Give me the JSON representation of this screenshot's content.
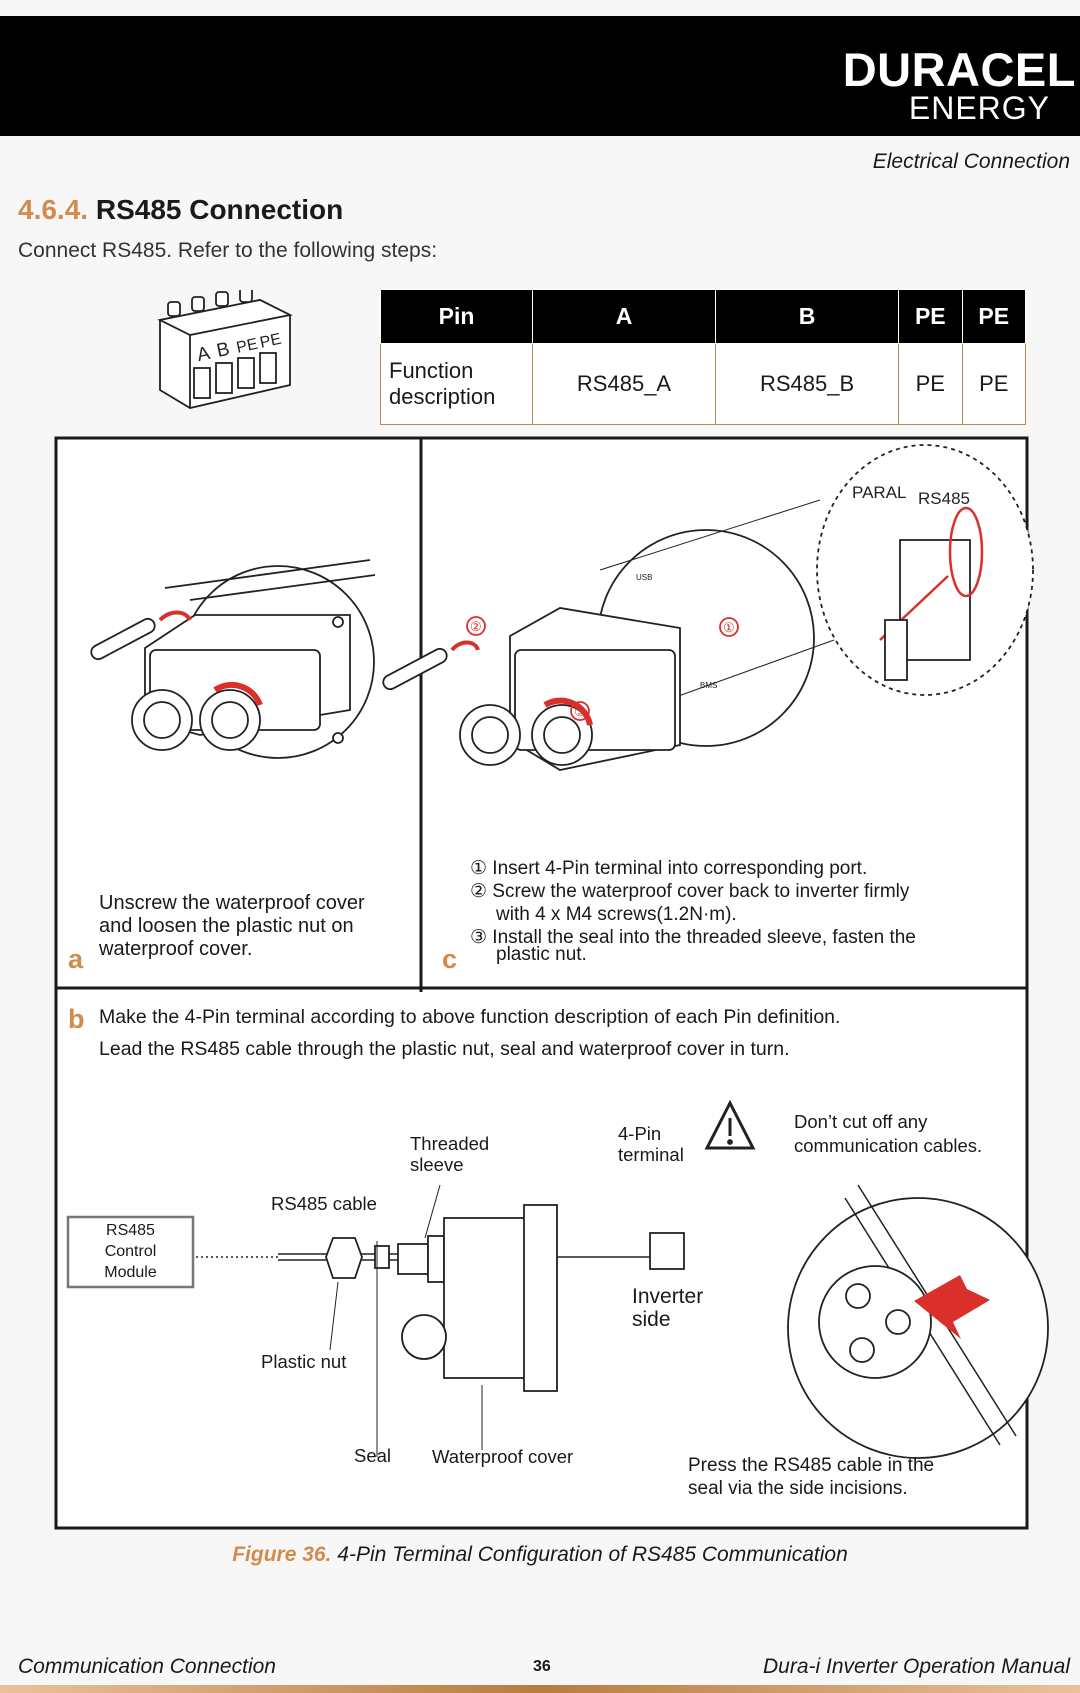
{
  "header": {
    "brand": "DURACEL",
    "brand_sub": "ENERGY"
  },
  "section_name": "Electrical Connection",
  "heading": {
    "number": "4.6.4.",
    "title": "RS485 Connection"
  },
  "intro": "Connect RS485. Refer to the following steps:",
  "terminal_labels": [
    "A",
    "B",
    "PE",
    "PE"
  ],
  "pin_table": {
    "headers": [
      "Pin",
      "A",
      "B",
      "PE",
      "PE"
    ],
    "row_label_line1": "Function",
    "row_label_line2": "description",
    "row_values": [
      "RS485_A",
      "RS485_B",
      "PE",
      "PE"
    ]
  },
  "panel_a": {
    "letter": "a",
    "text_lines": [
      "Unscrew the waterproof cover",
      "and loosen the plastic nut on",
      "waterproof cover."
    ]
  },
  "panel_c": {
    "letter": "c",
    "image_labels": {
      "port1": "PARAL",
      "port2": "RS485",
      "usb": "USB",
      "bms": "BMS",
      "n1": "①",
      "n2": "②",
      "n3": "③"
    },
    "steps": [
      "① Insert 4-Pin terminal into corresponding port.",
      "② Screw the waterproof cover back to inverter firmly",
      "with 4 x M4 screws(1.2N·m).",
      "③ Install the seal into the threaded sleeve, fasten the",
      "plastic nut."
    ]
  },
  "panel_b": {
    "letter": "b",
    "line1": "Make the 4-Pin terminal according to above function description of each Pin definition.",
    "line2": "Lead the RS485 cable through the plastic nut, seal and waterproof cover in turn.",
    "labels": {
      "threaded_1": "Threaded",
      "threaded_2": "sleeve",
      "pin_1": "4-Pin",
      "pin_2": "terminal",
      "warn_1": "Don’t cut off any",
      "warn_2": "communication cables.",
      "cable": "RS485 cable",
      "module_1": "RS485",
      "module_2": "Control",
      "module_3": "Module",
      "inverter_1": "Inverter",
      "inverter_2": "side",
      "nut": "Plastic nut",
      "seal": "Seal",
      "cover": "Waterproof cover",
      "press_1": "Press the RS485 cable in the",
      "press_2": "seal via the side incisions."
    }
  },
  "caption": {
    "fig": "Figure 36.",
    "text": "4-Pin Terminal Configuration of RS485 Communication"
  },
  "footer": {
    "left": "Communication Connection",
    "page": "36",
    "right": "Dura-i Inverter Operation Manual"
  },
  "colors": {
    "accent": "#d18b4c",
    "arrow_red": "#d9302b",
    "table_border": "#b88a55"
  }
}
